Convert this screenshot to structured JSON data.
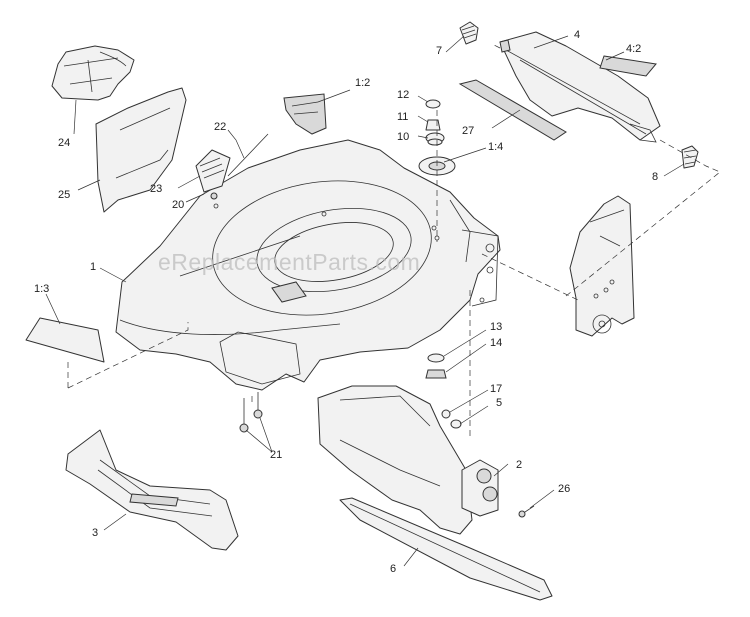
{
  "watermark": "eReplacementParts.com",
  "callouts": [
    {
      "id": "c-1",
      "text": "1"
    },
    {
      "id": "c-1-2",
      "text": "1:2"
    },
    {
      "id": "c-1-3",
      "text": "1:3"
    },
    {
      "id": "c-1-4",
      "text": "1:4"
    },
    {
      "id": "c-2",
      "text": "2"
    },
    {
      "id": "c-3",
      "text": "3"
    },
    {
      "id": "c-4",
      "text": "4"
    },
    {
      "id": "c-4-2",
      "text": "4:2"
    },
    {
      "id": "c-5",
      "text": "5"
    },
    {
      "id": "c-6",
      "text": "6"
    },
    {
      "id": "c-7",
      "text": "7"
    },
    {
      "id": "c-8",
      "text": "8"
    },
    {
      "id": "c-10",
      "text": "10"
    },
    {
      "id": "c-11",
      "text": "11"
    },
    {
      "id": "c-12",
      "text": "12"
    },
    {
      "id": "c-13",
      "text": "13"
    },
    {
      "id": "c-14",
      "text": "14"
    },
    {
      "id": "c-17",
      "text": "17"
    },
    {
      "id": "c-20",
      "text": "20"
    },
    {
      "id": "c-21",
      "text": "21"
    },
    {
      "id": "c-22",
      "text": "22"
    },
    {
      "id": "c-23",
      "text": "23"
    },
    {
      "id": "c-24",
      "text": "24"
    },
    {
      "id": "c-25",
      "text": "25"
    },
    {
      "id": "c-26",
      "text": "26"
    },
    {
      "id": "c-27",
      "text": "27"
    }
  ]
}
